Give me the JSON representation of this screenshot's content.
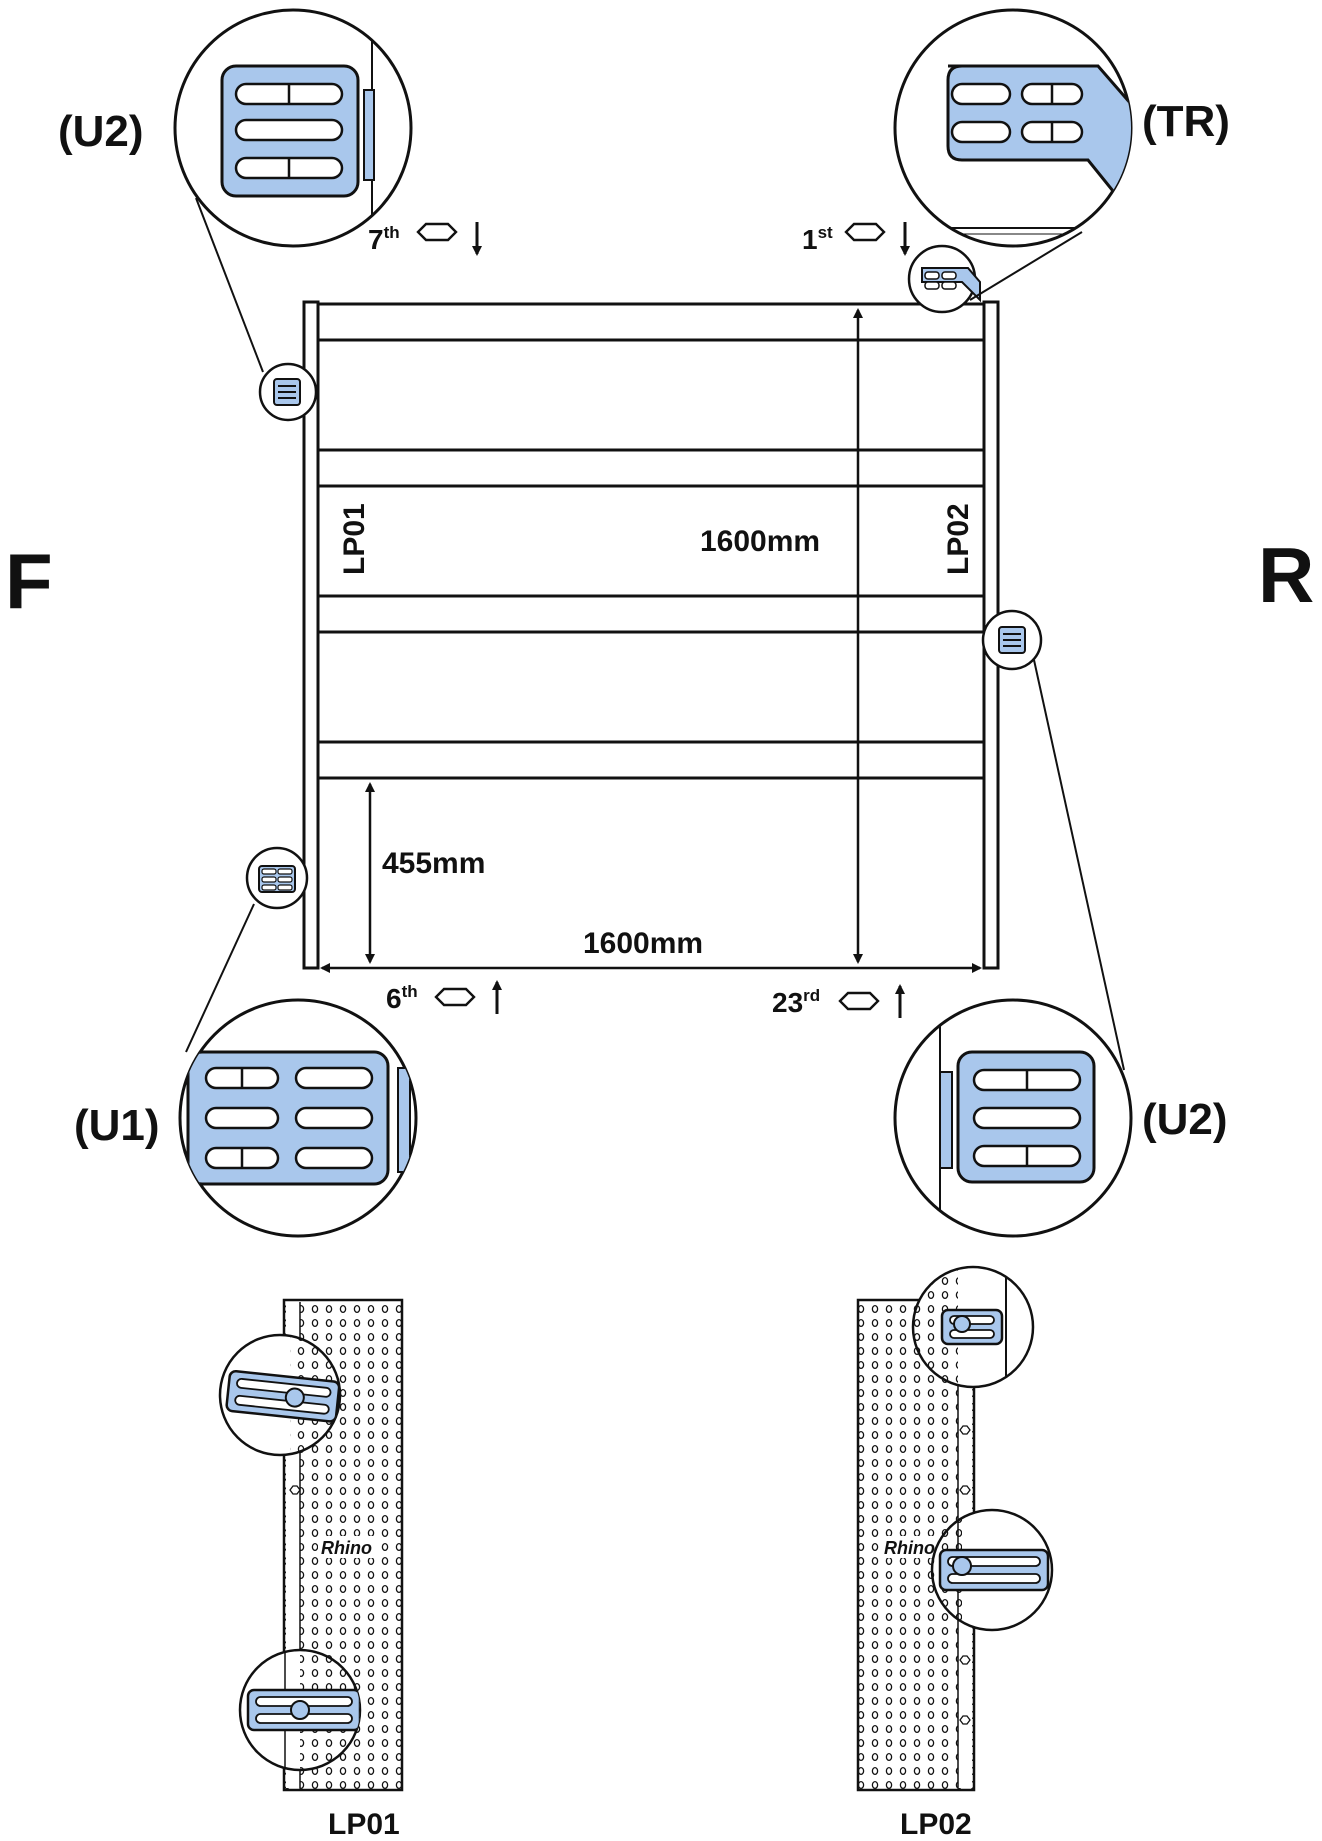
{
  "sides": {
    "front": "F",
    "rear": "R"
  },
  "callouts": {
    "top_left": "(U2)",
    "top_right": "(TR)",
    "bottom_left": "(U1)",
    "bottom_right": "(U2)"
  },
  "dimensions": {
    "frame_height": "1600mm",
    "frame_width": "1600mm",
    "bottom_gap": "455mm"
  },
  "panels": {
    "left": "LP01",
    "right": "LP02"
  },
  "hole_positions": {
    "top_left": {
      "number": "7",
      "suffix": "th",
      "direction": "down"
    },
    "top_right": {
      "number": "1",
      "suffix": "st",
      "direction": "down"
    },
    "bottom_left": {
      "number": "6",
      "suffix": "th",
      "direction": "up"
    },
    "bottom_right": {
      "number": "23",
      "suffix": "rd",
      "direction": "up"
    }
  },
  "logo_text": "Rhino",
  "colors": {
    "bracket_fill": "#a9c7ec",
    "line": "#111111",
    "background": "#ffffff"
  }
}
